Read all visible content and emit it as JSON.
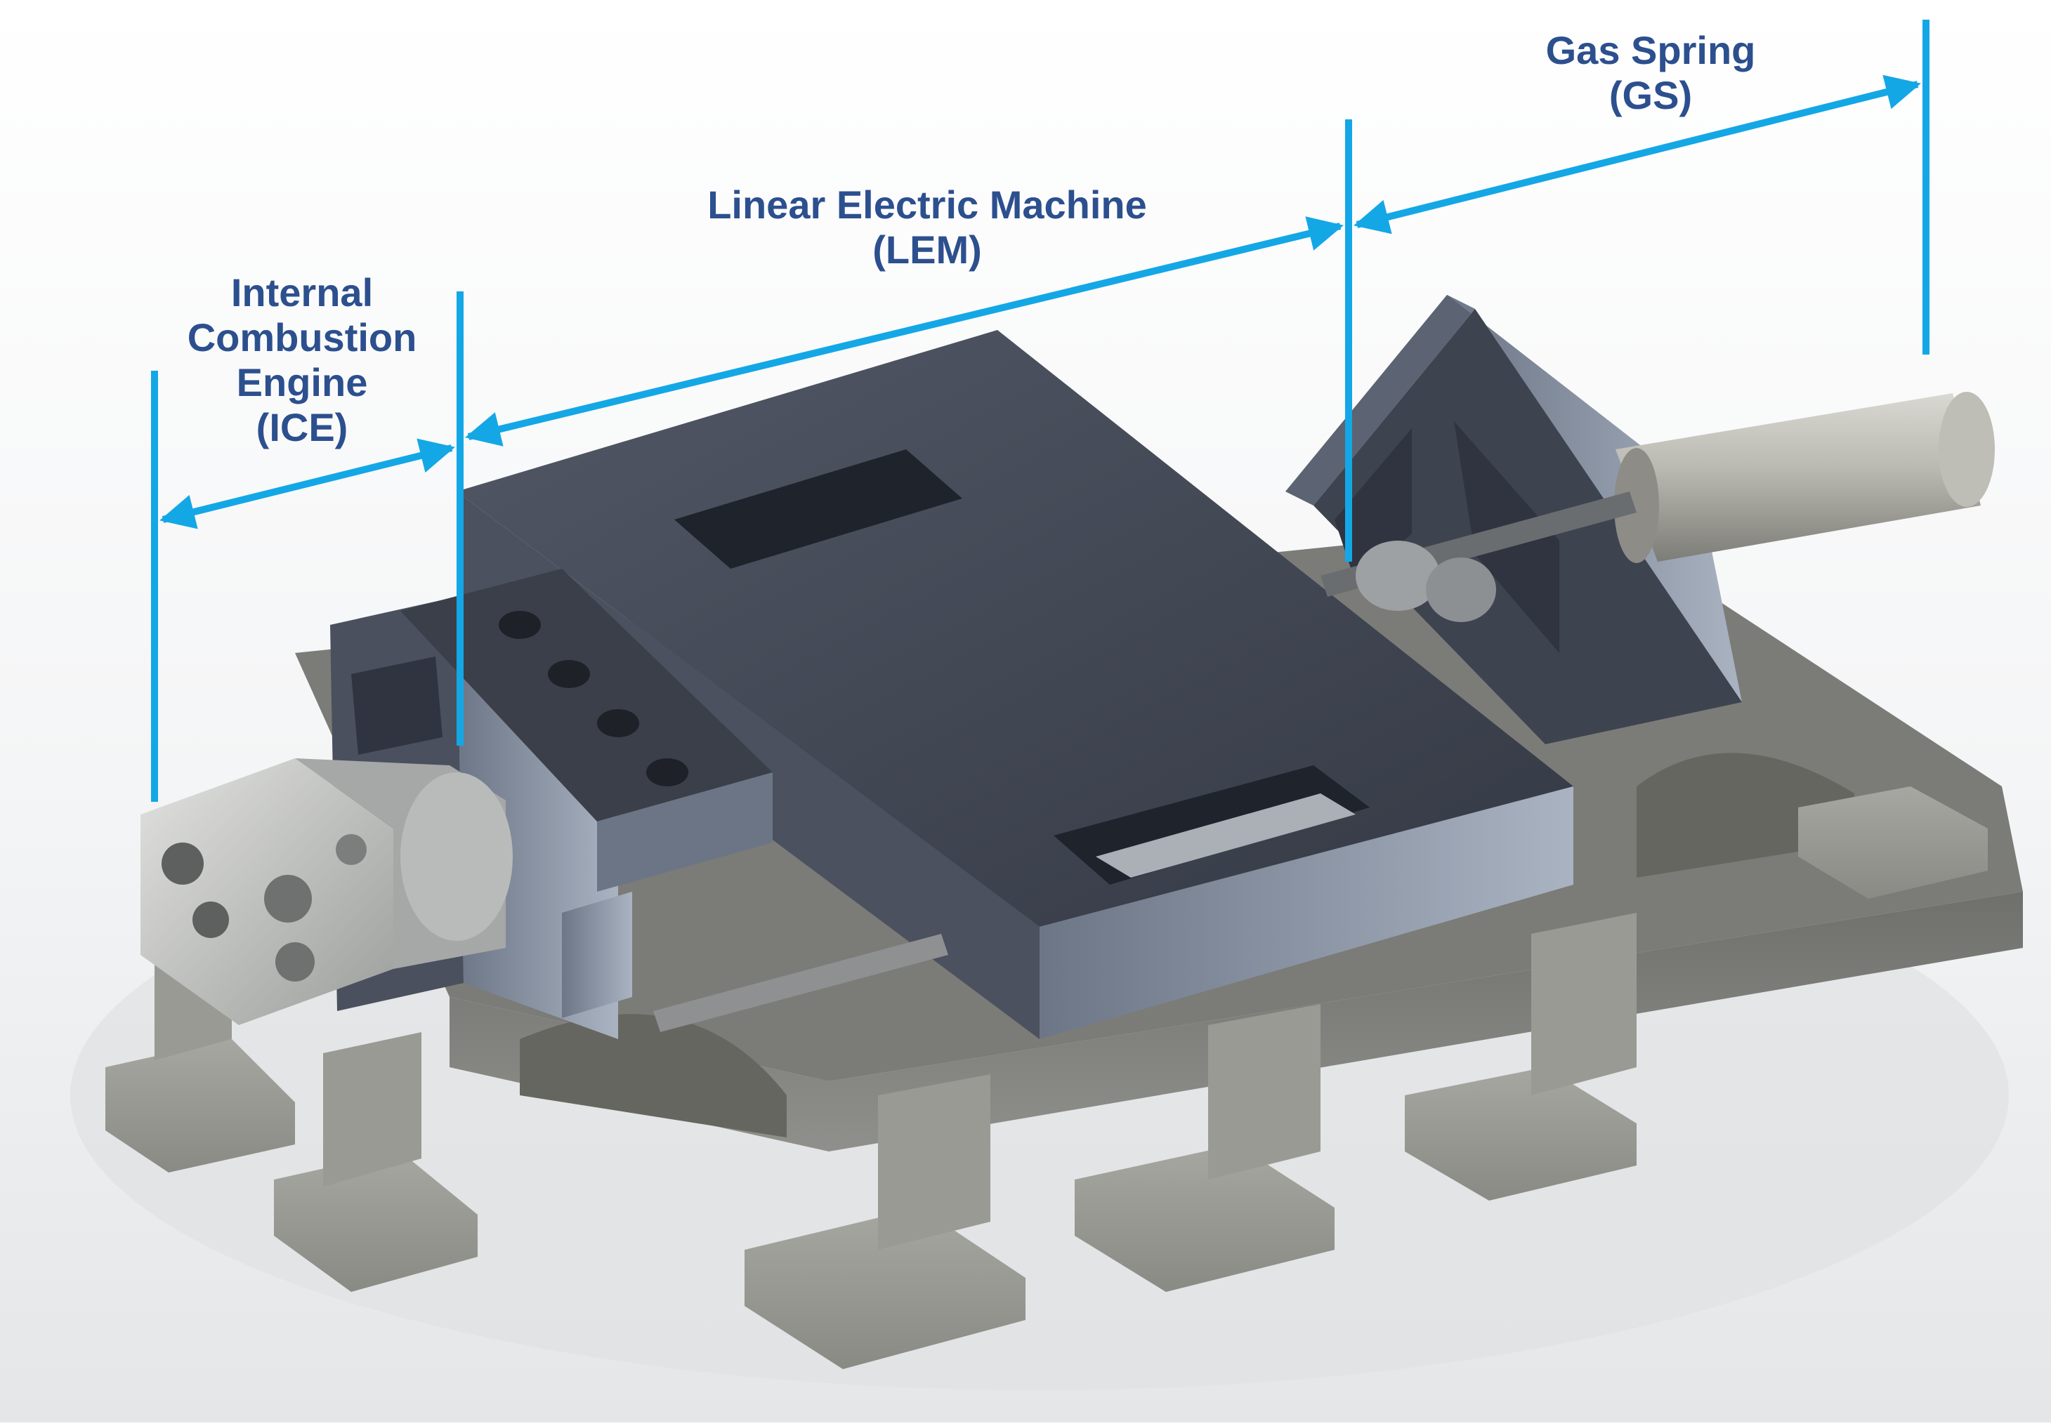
{
  "colors": {
    "dimension_line": "#14a7e6",
    "label_text": "#2c4f8e",
    "metal_dark": "#3f4451",
    "metal_light": "#9aa0a8",
    "cast_base": "#8b8b86",
    "engine_white": "#c8c9c7"
  },
  "sections": [
    {
      "id": "ice",
      "lines": [
        "Internal",
        "Combustion",
        "Engine",
        "(ICE)"
      ]
    },
    {
      "id": "lem",
      "lines": [
        "Linear Electric Machine",
        "(LEM)"
      ]
    },
    {
      "id": "gs",
      "lines": [
        "Gas Spring",
        "(GS)"
      ]
    }
  ]
}
